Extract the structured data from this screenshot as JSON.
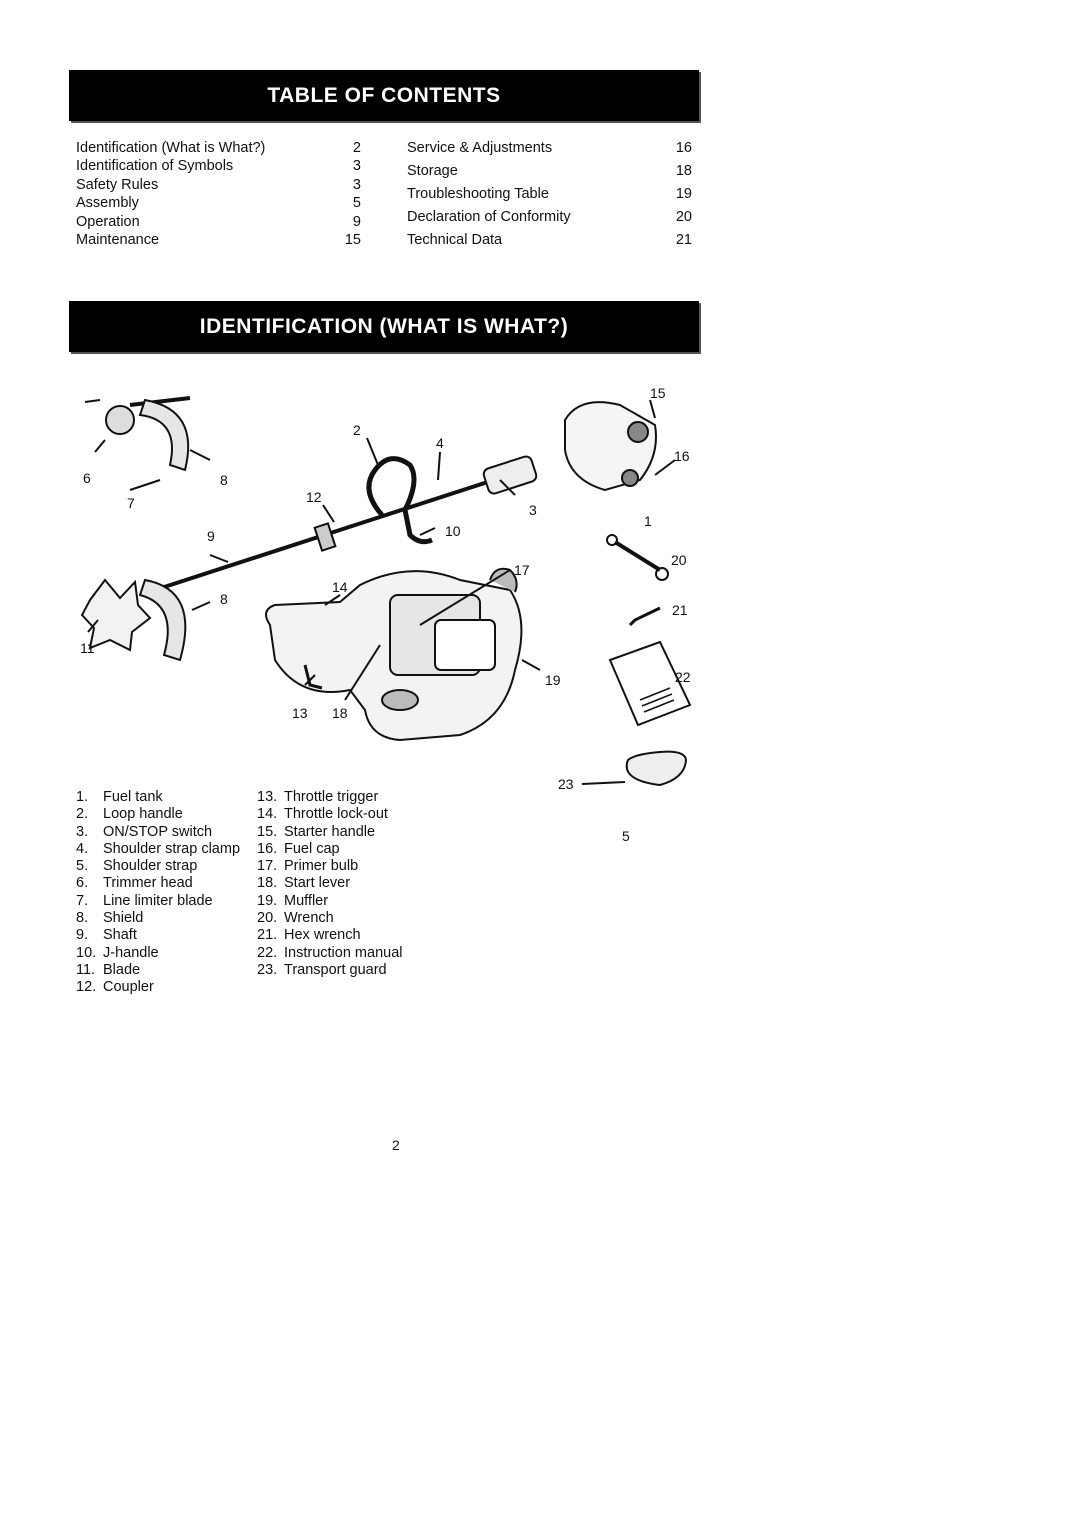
{
  "toc": {
    "title": "TABLE OF CONTENTS",
    "left": [
      {
        "label": "Identification (What is What?)",
        "page": "2"
      },
      {
        "label": "Identification of Symbols",
        "page": "3"
      },
      {
        "label": "Safety Rules",
        "page": "3"
      },
      {
        "label": "Assembly",
        "page": "5"
      },
      {
        "label": "Operation",
        "page": "9"
      },
      {
        "label": "Maintenance",
        "page": "15"
      }
    ],
    "right": [
      {
        "label": "Service & Adjustments",
        "page": "16"
      },
      {
        "label": "Storage",
        "page": "18"
      },
      {
        "label": "Troubleshooting Table",
        "page": "19"
      },
      {
        "label": "Declaration of Conformity",
        "page": "20"
      },
      {
        "label": "Technical Data",
        "page": "21"
      }
    ]
  },
  "identification": {
    "title": "IDENTIFICATION  (WHAT IS WHAT?)",
    "callouts": {
      "c1": "1",
      "c2": "2",
      "c3": "3",
      "c4": "4",
      "c5": "5",
      "c6": "6",
      "c7": "7",
      "c8a": "8",
      "c8b": "8",
      "c9": "9",
      "c10": "10",
      "c11": "11",
      "c12": "12",
      "c13": "13",
      "c14": "14",
      "c15": "15",
      "c16": "16",
      "c17": "17",
      "c18": "18",
      "c19": "19",
      "c20": "20",
      "c21": "21",
      "c22": "22",
      "c23": "23"
    },
    "legend_left": [
      {
        "num": "1.",
        "label": "Fuel tank"
      },
      {
        "num": "2.",
        "label": "Loop handle"
      },
      {
        "num": "3.",
        "label": "ON/STOP switch"
      },
      {
        "num": "4.",
        "label": "Shoulder strap clamp"
      },
      {
        "num": "5.",
        "label": "Shoulder strap"
      },
      {
        "num": "6.",
        "label": "Trimmer head"
      },
      {
        "num": "7.",
        "label": "Line limiter blade"
      },
      {
        "num": "8.",
        "label": "Shield"
      },
      {
        "num": "9.",
        "label": "Shaft"
      },
      {
        "num": "10.",
        "label": "J-handle"
      },
      {
        "num": "11.",
        "label": "Blade"
      },
      {
        "num": "12.",
        "label": "Coupler"
      }
    ],
    "legend_right": [
      {
        "num": "13.",
        "label": "Throttle trigger"
      },
      {
        "num": "14.",
        "label": "Throttle lock-out"
      },
      {
        "num": "15.",
        "label": "Starter handle"
      },
      {
        "num": "16.",
        "label": "Fuel cap"
      },
      {
        "num": "17.",
        "label": "Primer bulb"
      },
      {
        "num": "18.",
        "label": "Start lever"
      },
      {
        "num": "19.",
        "label": "Muffler"
      },
      {
        "num": "20.",
        "label": "Wrench"
      },
      {
        "num": "21.",
        "label": "Hex wrench"
      },
      {
        "num": "22.",
        "label": "Instruction manual"
      },
      {
        "num": "23.",
        "label": "Transport guard"
      }
    ]
  },
  "page_number": "2"
}
